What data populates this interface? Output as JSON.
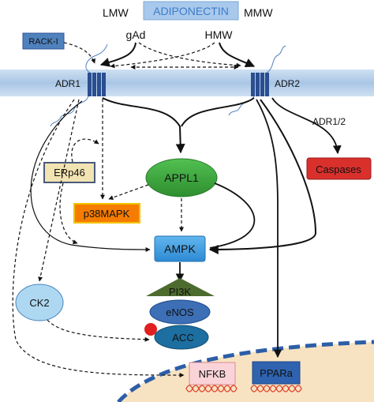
{
  "title_box": "ADIPONECTIN",
  "forms": {
    "lmw": "LMW",
    "mmw": "MMW",
    "gad": "gAd",
    "hmw": "HMW"
  },
  "receptors": {
    "adr1": "ADR1",
    "adr2": "ADR2",
    "adr12": "ADR1/2"
  },
  "nodes": {
    "rack1": "RACK-I",
    "erp46": "ERp46",
    "p38mapk": "p38MAPK",
    "appl1": "APPL1",
    "caspases": "Caspases",
    "ampk": "AMPK",
    "pi3k": "PI3K",
    "enos": "eNOS",
    "ck2": "CK2",
    "acc": "ACC",
    "nfkb": "NFKB",
    "ppara": "PPARa"
  },
  "colors": {
    "adiponectin_fill": "#a9c9ec",
    "adiponectin_text": "#3d7cc9",
    "rack1": "#4f81bd",
    "membrane_band": "#b8d2ec",
    "receptor": "#2a4e8f",
    "erp46": "#f2e3b3",
    "p38mapk": "#f57c00",
    "appl1": "#3aa83a",
    "caspases": "#d9302c",
    "ampk": "#3f9ee0",
    "pi3k": "#4d6b2e",
    "enos": "#3c6fb6",
    "ck2": "#aed8f2",
    "acc": "#1c6fa0",
    "phospho_dot": "#e02020",
    "nucleus": "#f7e3c2",
    "nuclear_envelope": "#2c5ea8",
    "nfkb": "#f9d3d7",
    "ppara": "#2f63b0",
    "dna": "#e0422c"
  }
}
